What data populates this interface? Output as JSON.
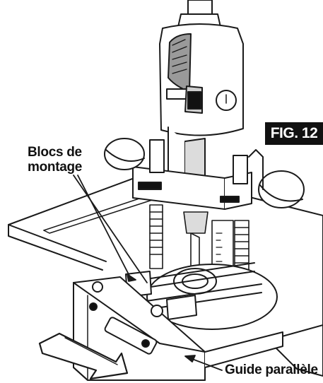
{
  "figure": {
    "badge": "FIG. 12",
    "label_mounting_blocks_line1": "Blocs de",
    "label_mounting_blocks_line2": "montage",
    "label_edge_guide": "Guide parallèle"
  },
  "colors": {
    "badge_bg": "#111111",
    "badge_text": "#ffffff",
    "line": "#1a1a1a",
    "shade": "#bdbdbd",
    "dark": "#333333"
  },
  "icons": [
    "router-illustration",
    "arrow-icon",
    "leader-line"
  ]
}
